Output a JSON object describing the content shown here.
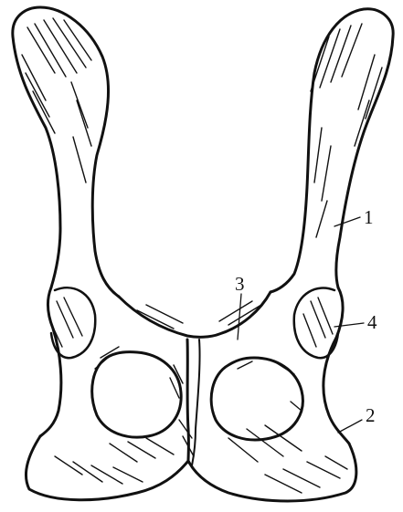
{
  "figure": {
    "labels": [
      {
        "id": "1",
        "text": "1"
      },
      {
        "id": "2",
        "text": "2"
      },
      {
        "id": "3",
        "text": "3"
      },
      {
        "id": "4",
        "text": "4"
      }
    ]
  },
  "colors": {
    "ink": "#111111",
    "paper": "#ffffff"
  }
}
